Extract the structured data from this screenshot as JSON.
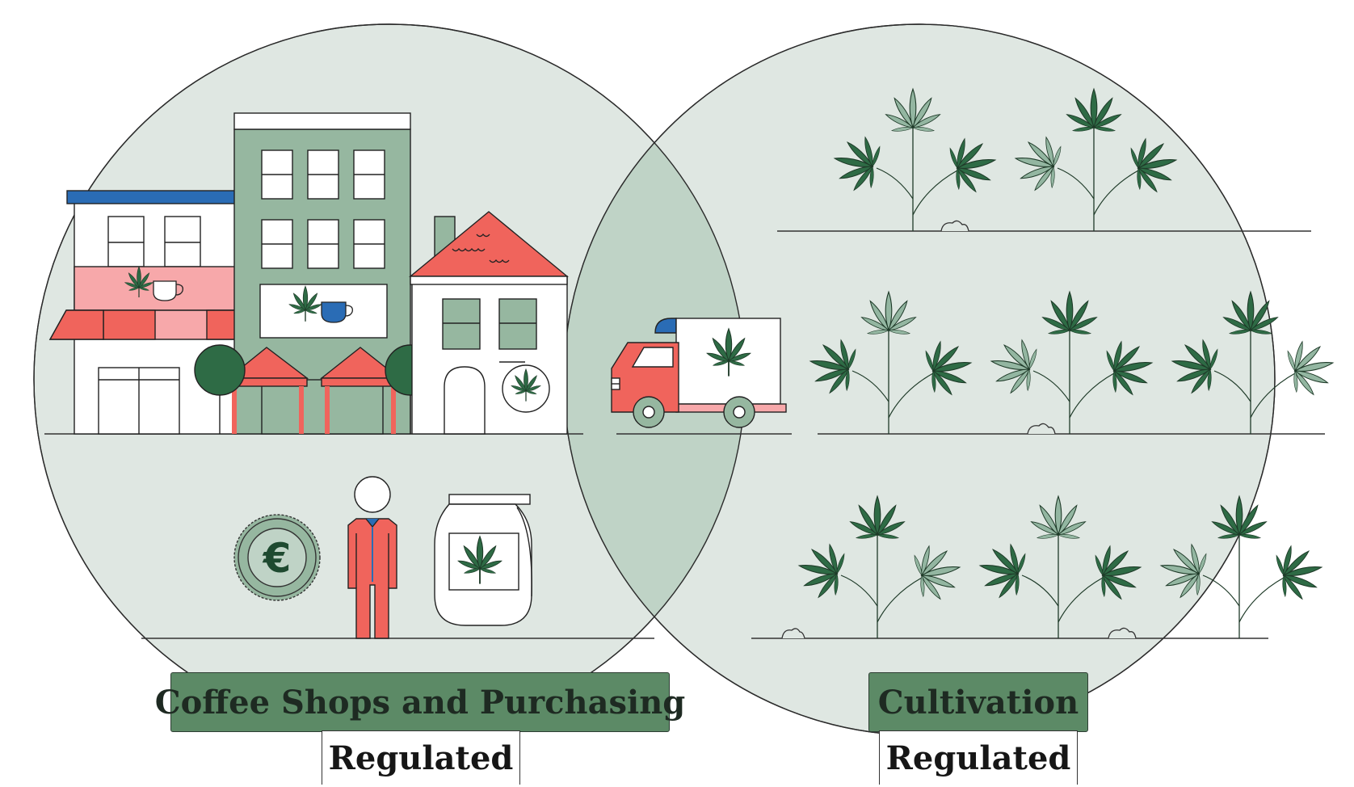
{
  "left_section": {
    "title": "Coffee Shops and Purchasing",
    "status": "Regulated"
  },
  "right_section": {
    "title": "Cultivation",
    "status": "Regulated"
  },
  "icons": {
    "currency_symbol": "€"
  },
  "colors": {
    "circle_fill": "#dfe7e2",
    "overlap_fill": "#bfd3c6",
    "leaf_dark": "#2e6b45",
    "leaf_light": "#93b6a1",
    "coral": "#f0645c",
    "pink": "#f7a8aa",
    "building_green": "#96b7a0",
    "blue": "#2a6cb5",
    "label_green": "#5c8a66"
  }
}
